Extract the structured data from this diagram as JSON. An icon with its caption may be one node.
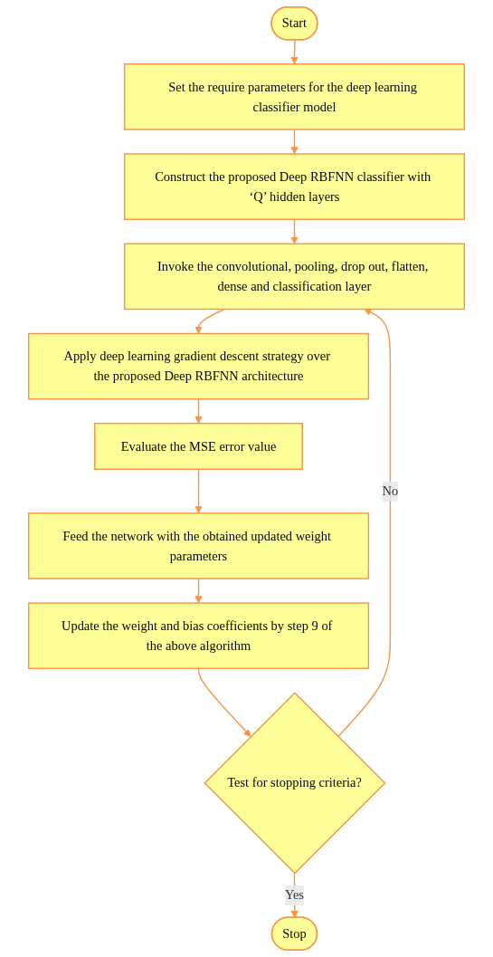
{
  "diagram": {
    "nodes": [
      {
        "text": [
          "Start"
        ]
      },
      {
        "text": [
          "Set the require parameters for the deep learning classifier model"
        ]
      },
      {
        "text": [
          "Construct the proposed Deep RBFNN classifier with ‘Q’ hidden layers"
        ]
      },
      {
        "text": [
          "Invoke the convolutional, pooling, drop out, flatten, dense and classification layer"
        ]
      },
      {
        "text": [
          "Apply deep learning gradient descent strategy over the proposed Deep RBFNN architecture"
        ]
      },
      {
        "text": [
          "Evaluate the MSE error value"
        ]
      },
      {
        "text": [
          "Feed the network with the obtained updated weight parameters"
        ]
      },
      {
        "text": [
          "Update the weight and bias coefficients by step 9 of the above algorithm"
        ]
      },
      {
        "text": [
          "Test for stopping criteria?"
        ]
      },
      {
        "text": [
          "Stop"
        ]
      }
    ],
    "edges": [
      {
        "from": 0,
        "to": 1,
        "arrow": "to"
      },
      {
        "from": 1,
        "to": 2,
        "arrow": "to"
      },
      {
        "from": 2,
        "to": 3,
        "arrow": "to"
      },
      {
        "from": 3,
        "to": 4,
        "arrow": "to"
      },
      {
        "from": 4,
        "to": 5,
        "arrow": "to"
      },
      {
        "from": 5,
        "to": 6,
        "arrow": "to"
      },
      {
        "from": 6,
        "to": 7,
        "arrow": "to"
      },
      {
        "from": 7,
        "to": 8,
        "arrow": "to"
      },
      {
        "from": 8,
        "to": 3,
        "label": "No",
        "arrow": "to"
      },
      {
        "from": 8,
        "to": 9,
        "label": "Yes",
        "arrow": "to"
      }
    ]
  }
}
